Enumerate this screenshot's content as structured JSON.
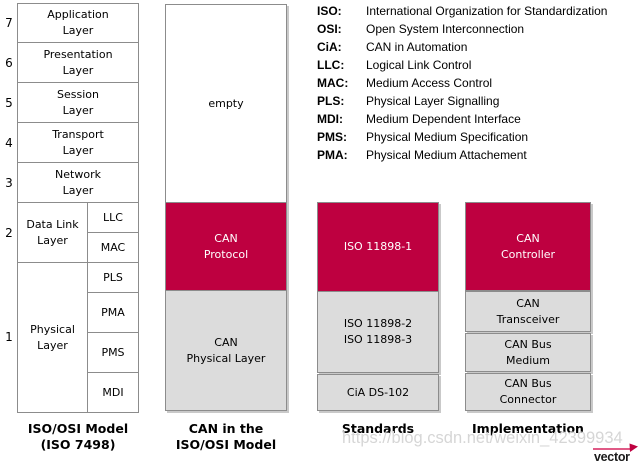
{
  "colors": {
    "accent_red": "#be0040",
    "box_gray": "#dcdcdc",
    "border_gray": "#8c8c8c",
    "watermark_gray": "#d6d6d6"
  },
  "osi": {
    "numbers": [
      "7",
      "6",
      "5",
      "4",
      "3",
      "2",
      "1"
    ],
    "rows": [
      {
        "label": "Application\nLayer"
      },
      {
        "label": "Presentation\nLayer"
      },
      {
        "label": "Session\nLayer"
      },
      {
        "label": "Transport\nLayer"
      },
      {
        "label": "Network\nLayer"
      }
    ],
    "datalink": {
      "label": "Data Link\nLayer",
      "sublayers": [
        "LLC",
        "MAC"
      ]
    },
    "physical": {
      "label": "Physical\nLayer",
      "sublayers": [
        "PLS",
        "PMA",
        "PMS",
        "MDI"
      ]
    },
    "caption": "ISO/OSI Model\n(ISO 7498)"
  },
  "can_column": {
    "empty": "empty",
    "protocol": "CAN\nProtocol",
    "physical": "CAN\nPhysical Layer",
    "caption": "CAN in the\nISO/OSI Model"
  },
  "standards_column": {
    "iso1": "ISO 11898-1",
    "iso23": "ISO 11898-2\nISO 11898-3",
    "cia": "CiA DS-102",
    "caption": "Standards"
  },
  "implementation_column": {
    "controller": "CAN\nController",
    "transceiver": "CAN\nTransceiver",
    "medium": "CAN Bus\nMedium",
    "connector": "CAN Bus\nConnector",
    "caption": "Implementation"
  },
  "legend": {
    "items": [
      {
        "abbr": "ISO:",
        "definition": "International Organization for Standardization"
      },
      {
        "abbr": "OSI:",
        "definition": "Open System Interconnection"
      },
      {
        "abbr": "CiA:",
        "definition": "CAN in Automation"
      },
      {
        "abbr": "LLC:",
        "definition": "Logical Link Control"
      },
      {
        "abbr": "MAC:",
        "definition": "Medium Access Control"
      },
      {
        "abbr": "PLS:",
        "definition": "Physical Layer Signalling"
      },
      {
        "abbr": "MDI:",
        "definition": "Medium Dependent Interface"
      },
      {
        "abbr": "PMS:",
        "definition": "Physical Medium Specification"
      },
      {
        "abbr": "PMA:",
        "definition": "Physical Medium Attachement"
      }
    ]
  },
  "watermark": "https://blog.csdn.net/weixin_42399934",
  "logo": {
    "text": "vector"
  }
}
